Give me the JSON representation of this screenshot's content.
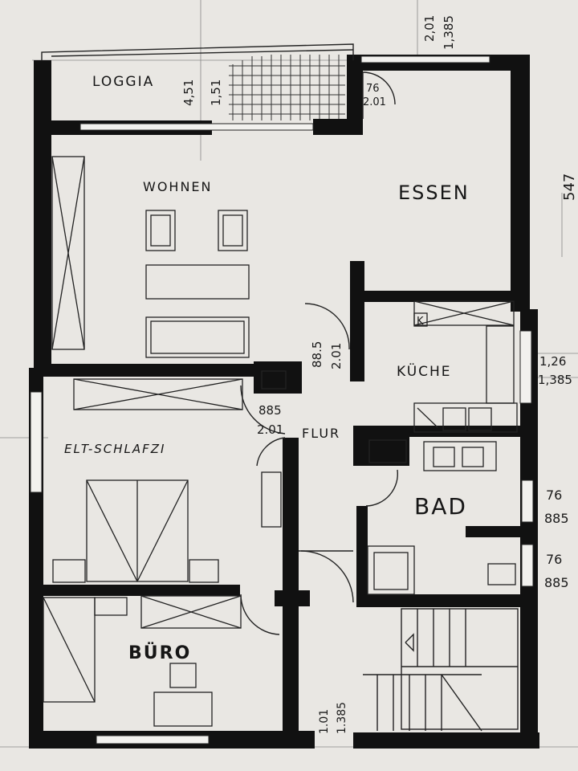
{
  "rooms": {
    "loggia": "LOGGIA",
    "wohnen": "WOHNEN",
    "essen": "ESSEN",
    "kueche": "KÜCHE",
    "flur": "FLUR",
    "schlafzimmer": "ELT-SCHLAFZI",
    "bad": "BAD",
    "buero": "BÜRO"
  },
  "dimensions": {
    "loggia_door_w": "4,51",
    "loggia_door_h": "1,51",
    "top_right_a": "2,01",
    "top_right_b": "1,385",
    "essen_door_w": "76",
    "essen_door_h": "2.01",
    "right_edge": "547",
    "flur_door_w": "88.5",
    "flur_door_h": "2.01",
    "schlaf_door_w": "885",
    "schlaf_door_h": "2.01",
    "kueche_win_a": "1,26",
    "kueche_win_b": "1,385",
    "bad_win1_a": "76",
    "bad_win1_b": "885",
    "bad_win2_a": "76",
    "bad_win2_b": "885",
    "entry_a": "1.01",
    "entry_b": "1.385",
    "kitchen_k": "K"
  },
  "colors": {
    "paper": "#e9e7e3",
    "wall": "#111111",
    "line": "#2a2a2a"
  }
}
